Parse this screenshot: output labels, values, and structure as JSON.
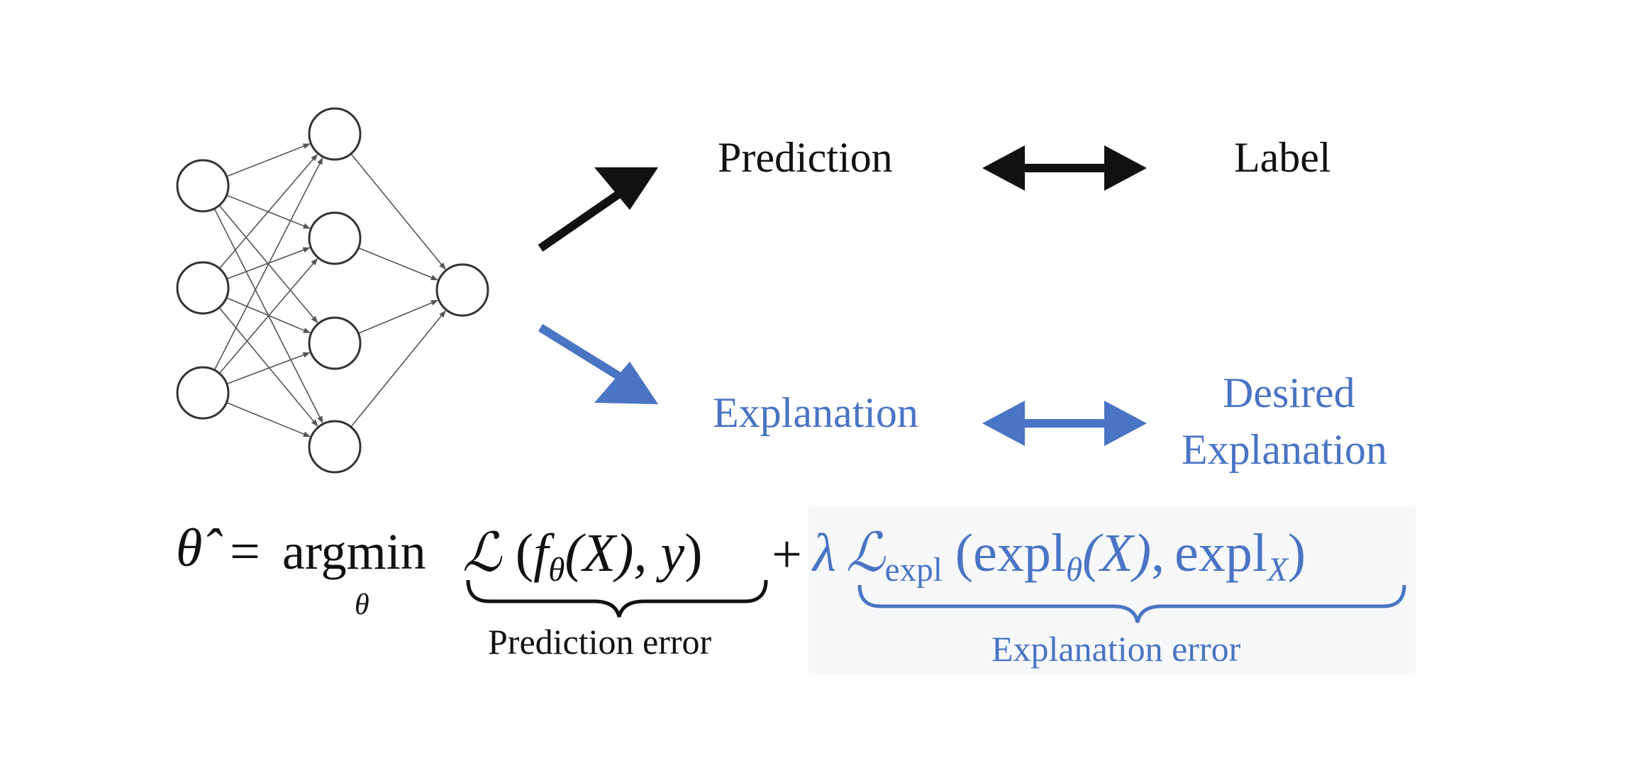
{
  "colors": {
    "black": "#111111",
    "blue": "#4a74c4",
    "node_stroke": "#333333",
    "edge": "#555555",
    "panel": "#f7f8fa"
  },
  "labels": {
    "prediction": "Prediction",
    "label": "Label",
    "explanation": "Explanation",
    "desired_line1": "Desired",
    "desired_line2": "Explanation",
    "prediction_error": "Prediction error",
    "explanation_error": "Explanation error"
  },
  "formula": {
    "theta_hat": "θ̂",
    "equals": "=",
    "argmin": "argmin",
    "argmin_sub": "θ",
    "L": "ℒ",
    "open": "(",
    "f": "f",
    "f_sub": "θ",
    "X1": "(X)",
    "comma_y": ", y",
    "close": ")",
    "plus": "+",
    "lambda": "λ",
    "L_expl": "ℒ",
    "L_expl_sub": "expl",
    "open2": "(",
    "expl1": "expl",
    "expl1_sub": "θ",
    "X2": "(X)",
    "comma": ",",
    "expl2": "expl",
    "expl2_sub": "X",
    "close2": ")"
  },
  "network": {
    "layers": [
      3,
      4,
      1
    ]
  }
}
